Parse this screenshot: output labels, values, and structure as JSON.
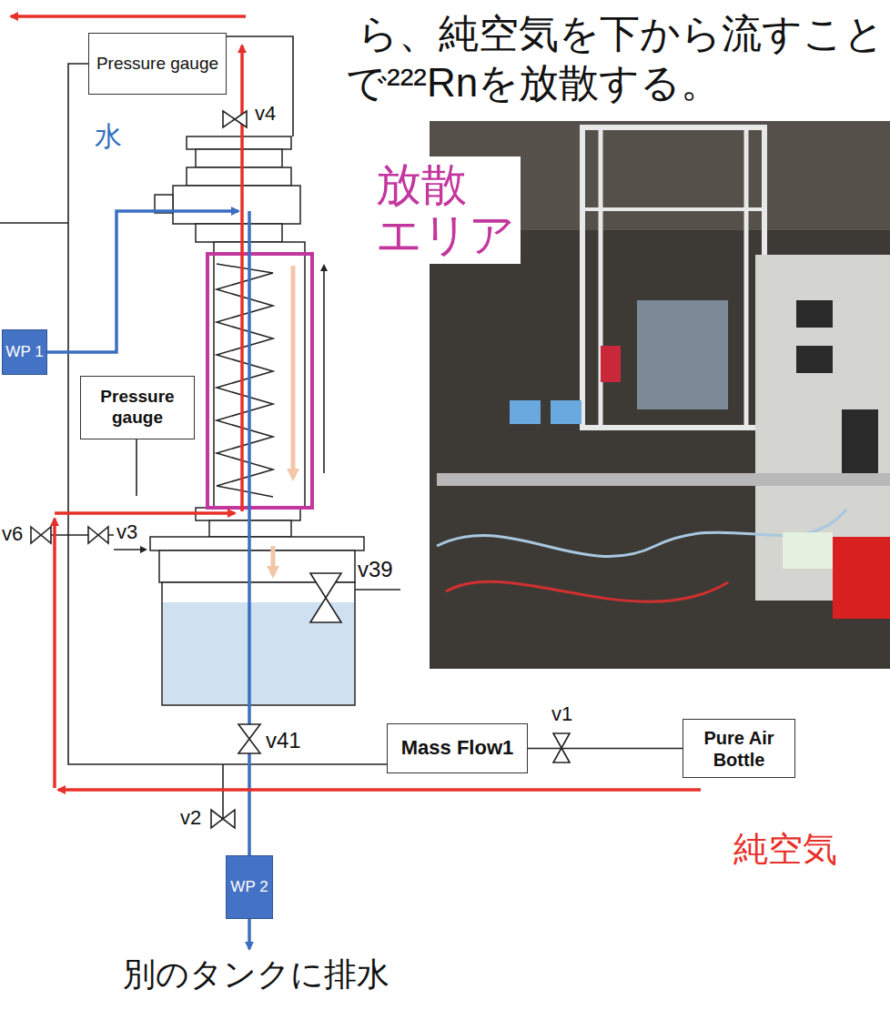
{
  "diagram": {
    "nodes": [
      {
        "text": [
          "Pressure gauge"
        ]
      },
      {
        "text": [
          "WP 1"
        ]
      },
      {
        "text": [
          "Pressure gauge"
        ]
      },
      {
        "text": [
          "Mass Flow1"
        ]
      },
      {
        "text": [
          "Pure Air Bottle"
        ]
      },
      {
        "text": [
          "WP 2"
        ]
      }
    ],
    "edges": [
      {
        "from": 4,
        "to": 3,
        "arrow": "none"
      }
    ],
    "labels": [
      "ら、純空気を下から流すこと",
      "で²²²Rnを放散する。",
      "v4",
      "水",
      "放散 エリア",
      "v6",
      "v3",
      "v39",
      "v41",
      "v1",
      "v2",
      "純空気",
      "別のタンクに排水"
    ]
  }
}
